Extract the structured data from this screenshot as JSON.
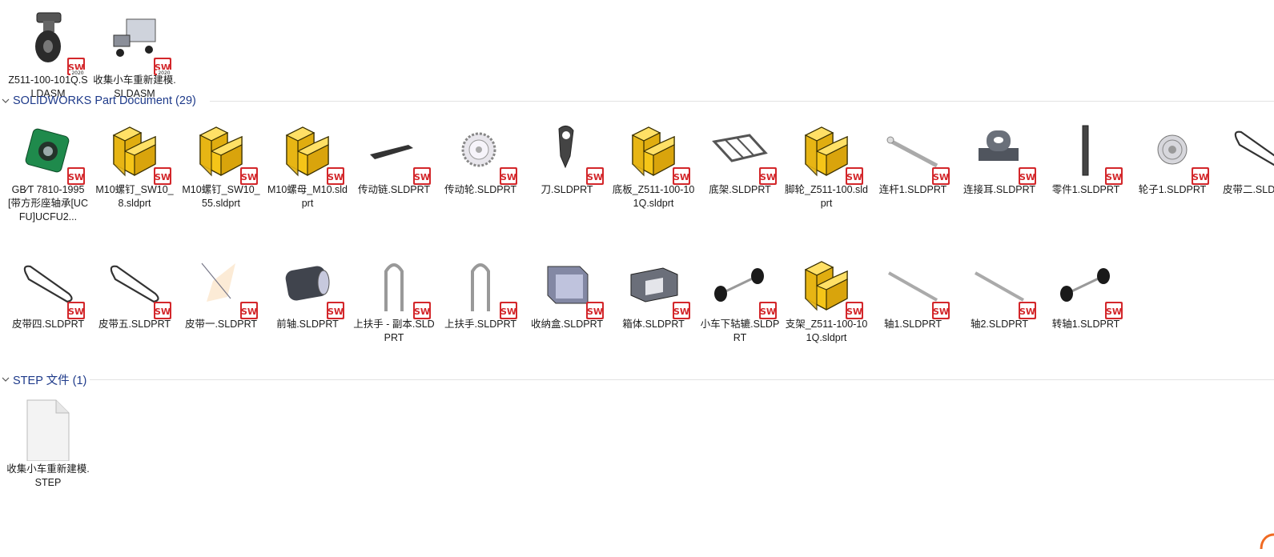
{
  "groups": [
    {
      "header": "",
      "items": [
        {
          "label": "Z511-100-101Q.SLDASM",
          "icon": "caster-wheel-assembly-icon",
          "badge": "SW 2020"
        },
        {
          "label": "收集小车重新建模.SLDASM",
          "icon": "cart-assembly-icon",
          "badge": "SW 2020"
        }
      ]
    },
    {
      "header": "SOLIDWORKS Part Document (29)",
      "items": [
        {
          "label": "GB∕T 7810-1995[带方形座轴承[UCFU]UCFU2...",
          "icon": "bearing-part-icon"
        },
        {
          "label": "M10螺钉_SW10_8.sldprt",
          "icon": "generic-part-icon"
        },
        {
          "label": "M10螺钉_SW10_55.sldprt",
          "icon": "generic-part-icon"
        },
        {
          "label": "M10螺母_M10.sldprt",
          "icon": "generic-part-icon"
        },
        {
          "label": "传动链.SLDPRT",
          "icon": "chain-part-icon"
        },
        {
          "label": "传动轮.SLDPRT",
          "icon": "sprocket-part-icon"
        },
        {
          "label": "刀.SLDPRT",
          "icon": "blade-part-icon"
        },
        {
          "label": "底板_Z511-100-101Q.sldprt",
          "icon": "generic-part-icon"
        },
        {
          "label": "底架.SLDPRT",
          "icon": "frame-part-icon"
        },
        {
          "label": "脚轮_Z511-100.sldprt",
          "icon": "generic-part-icon"
        },
        {
          "label": "连杆1.SLDPRT",
          "icon": "rod-part-icon"
        },
        {
          "label": "连接耳.SLDPRT",
          "icon": "bracket-part-icon"
        },
        {
          "label": "零件1.SLDPRT",
          "icon": "bar-part-icon"
        },
        {
          "label": "轮子1.SLDPRT",
          "icon": "pulley-part-icon"
        },
        {
          "label": "皮带二.SLDPRT",
          "icon": "belt-part-icon"
        },
        {
          "label": "皮带四.SLDPRT",
          "icon": "belt-part-icon"
        },
        {
          "label": "皮带五.SLDPRT",
          "icon": "belt-part-icon"
        },
        {
          "label": "皮带一.SLDPRT",
          "icon": "belt-sketch-part-icon"
        },
        {
          "label": "前轴.SLDPRT",
          "icon": "brush-roller-part-icon"
        },
        {
          "label": "上扶手 - 副本.SLDPRT",
          "icon": "handle-part-icon"
        },
        {
          "label": "上扶手.SLDPRT",
          "icon": "handle-part-icon"
        },
        {
          "label": "收纳盒.SLDPRT",
          "icon": "box-part-icon"
        },
        {
          "label": "箱体.SLDPRT",
          "icon": "housing-part-icon"
        },
        {
          "label": "小车下轱辘.SLDPRT",
          "icon": "axle-wheels-part-icon"
        },
        {
          "label": "支架_Z511-100-101Q.sldprt",
          "icon": "generic-part-icon"
        },
        {
          "label": "轴1.SLDPRT",
          "icon": "shaft-part-icon"
        },
        {
          "label": "轴2.SLDPRT",
          "icon": "shaft-part-icon"
        },
        {
          "label": "转轴1.SLDPRT",
          "icon": "axle-wheels-part-icon"
        }
      ]
    },
    {
      "header": "STEP 文件 (1)",
      "items": [
        {
          "label": "收集小车重新建模.STEP",
          "icon": "blank-file-icon"
        }
      ]
    }
  ],
  "colors": {
    "header_text": "#1e3a8a",
    "part_yellow": "#f5c518",
    "sw_red": "#d3272b"
  }
}
